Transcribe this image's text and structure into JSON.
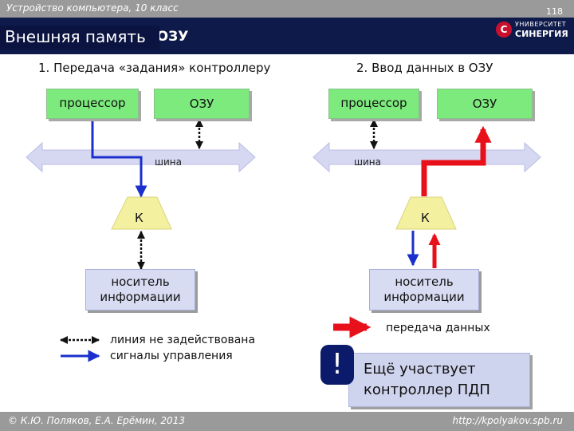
{
  "header": {
    "course": "Устройство компьютера, 10 класс",
    "page": "118",
    "title": "Внешняя память",
    "subtitle": "в ОЗУ",
    "logo_mark": "С",
    "logo_line1": "УНИВЕРСИТЕТ",
    "logo_line2": "СИНЕРГИЯ"
  },
  "panel1": {
    "heading": "1. Передача «задания» контроллеру",
    "cpu": "процессор",
    "ram": "ОЗУ",
    "bus": "шина",
    "controller": "К",
    "media_line1": "носитель",
    "media_line2": "информации"
  },
  "panel2": {
    "heading": "2. Ввод данных в ОЗУ",
    "cpu": "процессор",
    "ram": "ОЗУ",
    "bus": "шина",
    "controller": "К",
    "media_line1": "носитель",
    "media_line2": "информации"
  },
  "legend": {
    "unused": "линия не задействована",
    "control": "сигналы управления",
    "transfer": "передача данных"
  },
  "note": {
    "mark": "!",
    "line1": "Ещё участвует",
    "line2": "контроллер ПДП"
  },
  "footer": {
    "authors": "© К.Ю. Поляков, Е.А. Ерёмин, 2013",
    "url": "http://kpolyakov.spb.ru"
  },
  "colors": {
    "title_bar": "#0e1a4a",
    "box_green": "#7dea7d",
    "media_blue": "#d7dcf2",
    "bus": "#d6d8f2",
    "control_line": "#1a2fcc",
    "data_transfer": "#e8101a"
  }
}
